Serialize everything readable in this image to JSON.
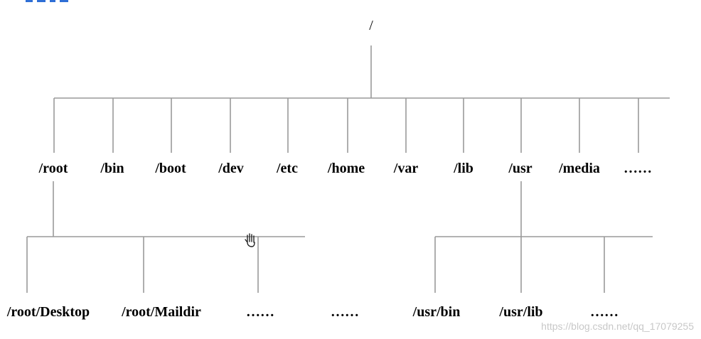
{
  "root": {
    "label": "/"
  },
  "level1": [
    {
      "label": "/root"
    },
    {
      "label": "/bin"
    },
    {
      "label": "/boot"
    },
    {
      "label": "/dev"
    },
    {
      "label": "/etc"
    },
    {
      "label": "/home"
    },
    {
      "label": "/var"
    },
    {
      "label": "/lib"
    },
    {
      "label": "/usr"
    },
    {
      "label": "/media"
    },
    {
      "label": "……"
    }
  ],
  "root_children": [
    {
      "label": "/root/Desktop"
    },
    {
      "label": "/root/Maildir"
    },
    {
      "label": "……"
    },
    {
      "label": "……"
    }
  ],
  "usr_children": [
    {
      "label": "/usr/bin"
    },
    {
      "label": "/usr/lib"
    },
    {
      "label": "……"
    }
  ],
  "watermark": "https://blog.csdn.net/qq_17079255",
  "colors": {
    "line": "#9a9a9a",
    "text": "#000000",
    "watermark": "#c8c8c8",
    "cursor_icon": "hand-pointer"
  }
}
